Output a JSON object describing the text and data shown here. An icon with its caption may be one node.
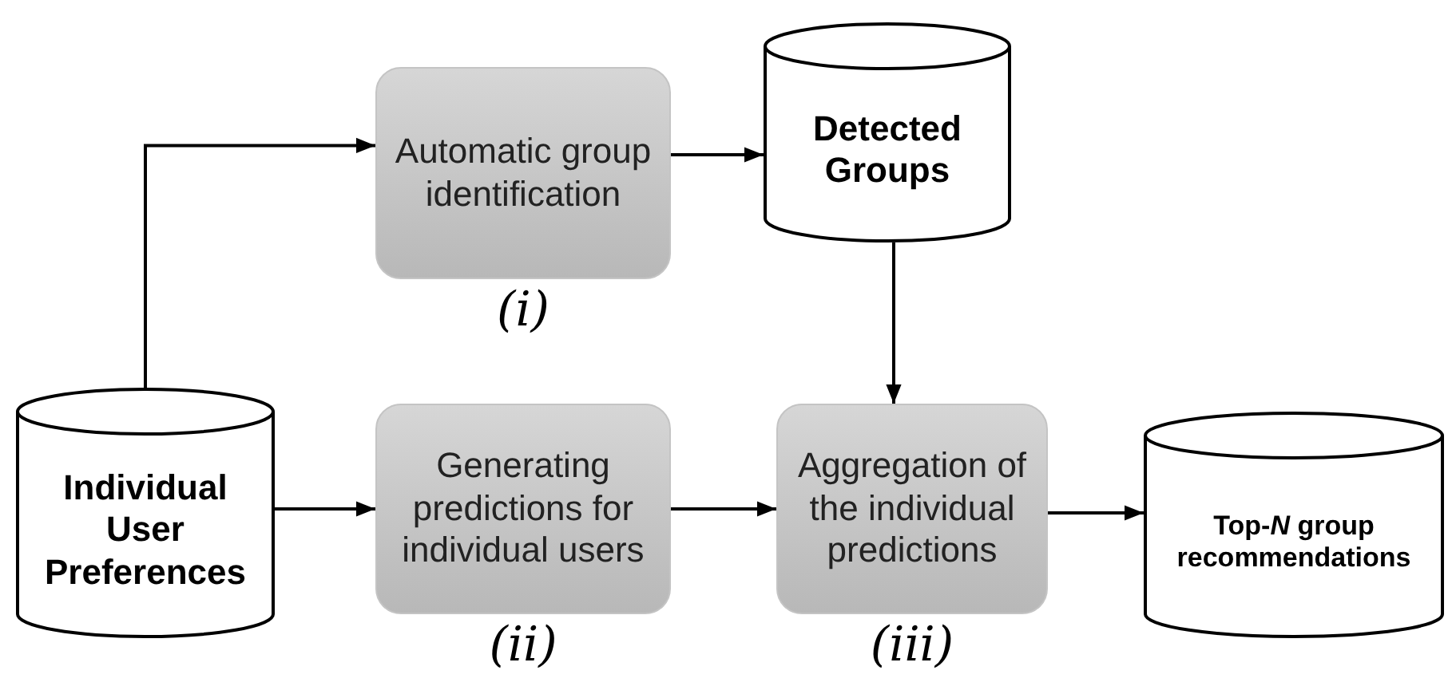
{
  "diagram": {
    "nodes": [
      {
        "text": [
          "Individual User Preferences"
        ]
      },
      {
        "text": [
          "Automatic group identification"
        ],
        "beside": [
          "(i)"
        ]
      },
      {
        "text": [
          "Detected Groups"
        ]
      },
      {
        "text": [
          "Generating predictions for individual users"
        ],
        "beside": [
          "(ii)"
        ]
      },
      {
        "text": [
          "Aggregation of the individual predictions"
        ],
        "beside": [
          "(iii)"
        ]
      },
      {
        "text": [
          "Top-*N* group recommendations"
        ]
      }
    ],
    "edges": [
      {
        "from": 0,
        "to": 1,
        "arrow": "to"
      },
      {
        "from": 1,
        "to": 2,
        "arrow": "to"
      },
      {
        "from": 2,
        "to": 4,
        "arrow": "to"
      },
      {
        "from": 0,
        "to": 3,
        "arrow": "to"
      },
      {
        "from": 3,
        "to": 4,
        "arrow": "to"
      },
      {
        "from": 4,
        "to": 5,
        "arrow": "to"
      }
    ]
  }
}
